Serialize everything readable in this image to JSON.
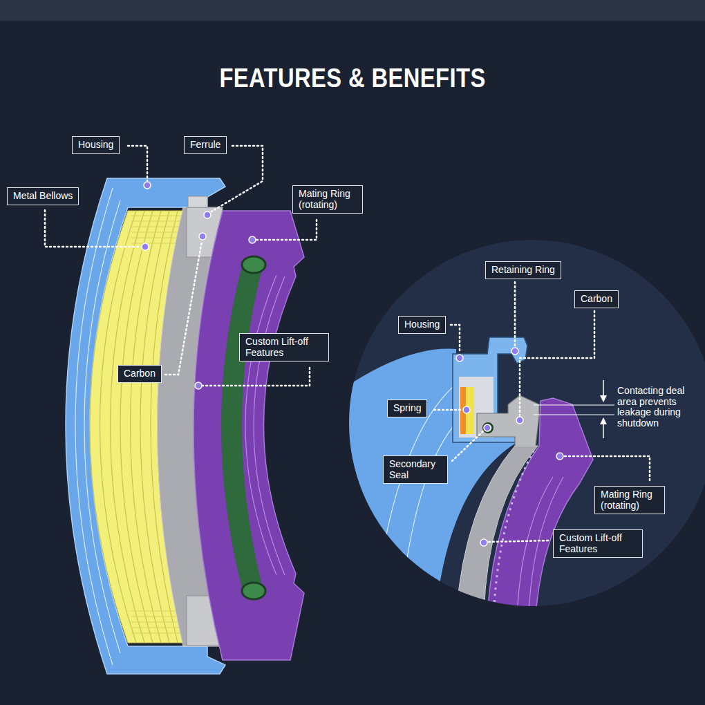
{
  "diagram": {
    "title": "FEATURES & BENEFITS",
    "nodes": [
      {
        "text": [
          "Housing"
        ]
      },
      {
        "text": [
          "Ferrule"
        ]
      },
      {
        "text": [
          "Metal Bellows"
        ]
      },
      {
        "text": [
          "Mating Ring (rotating)"
        ]
      },
      {
        "text": [
          "Custom Lift-off Features"
        ]
      },
      {
        "text": [
          "Carbon"
        ]
      },
      {
        "text": [
          "Retaining Ring"
        ]
      },
      {
        "text": [
          "Carbon"
        ]
      },
      {
        "text": [
          "Housing"
        ]
      },
      {
        "text": [
          "Spring"
        ]
      },
      {
        "text": [
          "Secondary Seal"
        ]
      },
      {
        "text": [
          "Mating Ring (rotating)"
        ]
      },
      {
        "text": [
          "Custom Lift-off Features"
        ]
      }
    ],
    "labels": [
      "Contacting deal area prevents leakage during shutdown"
    ]
  }
}
